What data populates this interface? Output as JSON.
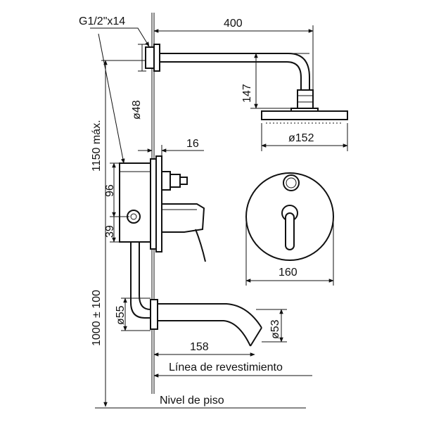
{
  "labels": {
    "thread": "G1/2\"x14",
    "wall_line": "Línea de revestimiento",
    "floor_line": "Nivel de piso"
  },
  "dimensions": {
    "arm_length": "400",
    "arm_drop": "147",
    "flange_dia": "ø48",
    "head_dia": "ø152",
    "offset_16": "16",
    "height_max": "1150 máx.",
    "valve_96": "96",
    "valve_39": "39",
    "plate_dia": "160",
    "spout_flange": "ø55",
    "height_spout": "1000 ± 100",
    "spout_dia": "ø53",
    "spout_length": "158"
  }
}
